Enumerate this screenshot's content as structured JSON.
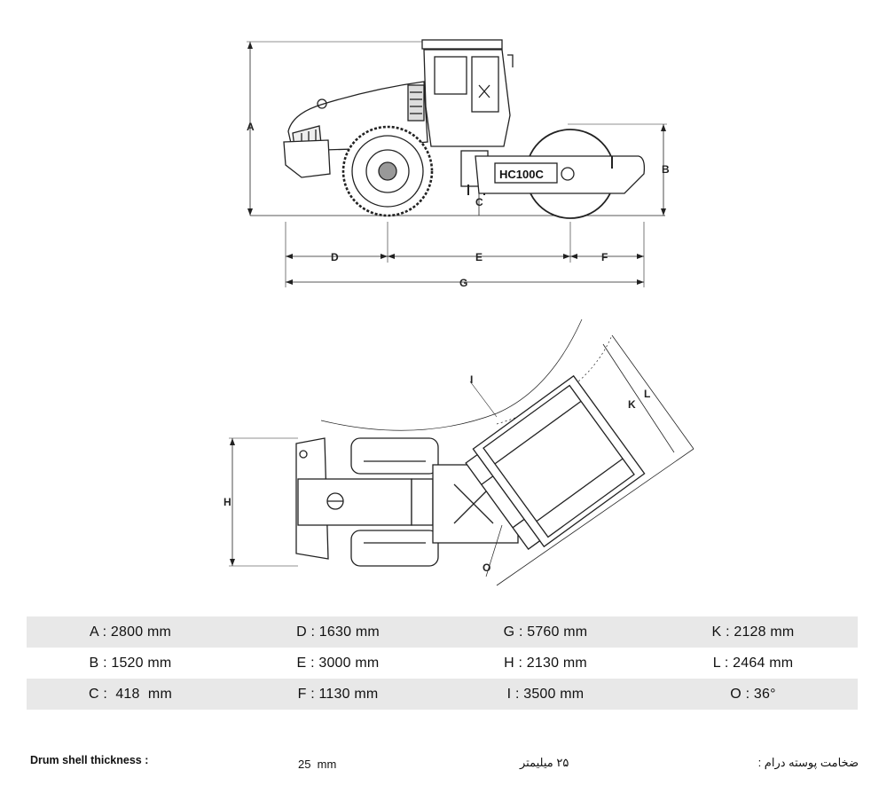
{
  "drawing": {
    "model_label": "HC100C",
    "side_view_letters": [
      "A",
      "B",
      "C",
      "D",
      "E",
      "F",
      "G"
    ],
    "top_view_letters": [
      "H",
      "I",
      "K",
      "L",
      "O"
    ]
  },
  "specs": [
    [
      "A : 2800 mm",
      "D : 1630 mm",
      "G : 5760 mm",
      "K : 2128 mm"
    ],
    [
      "B : 1520 mm",
      "E : 3000 mm",
      "H : 2130 mm",
      "L : 2464 mm"
    ],
    [
      "C :  418  mm",
      "F : 1130 mm",
      "I : 3500 mm",
      "O : 36°"
    ]
  ],
  "footer": {
    "label_en": "Drum shell thickness :",
    "value_en": "25  mm",
    "value_fa": "۲۵ میلیمتر",
    "label_fa": "ضخامت پوسته درام :"
  }
}
